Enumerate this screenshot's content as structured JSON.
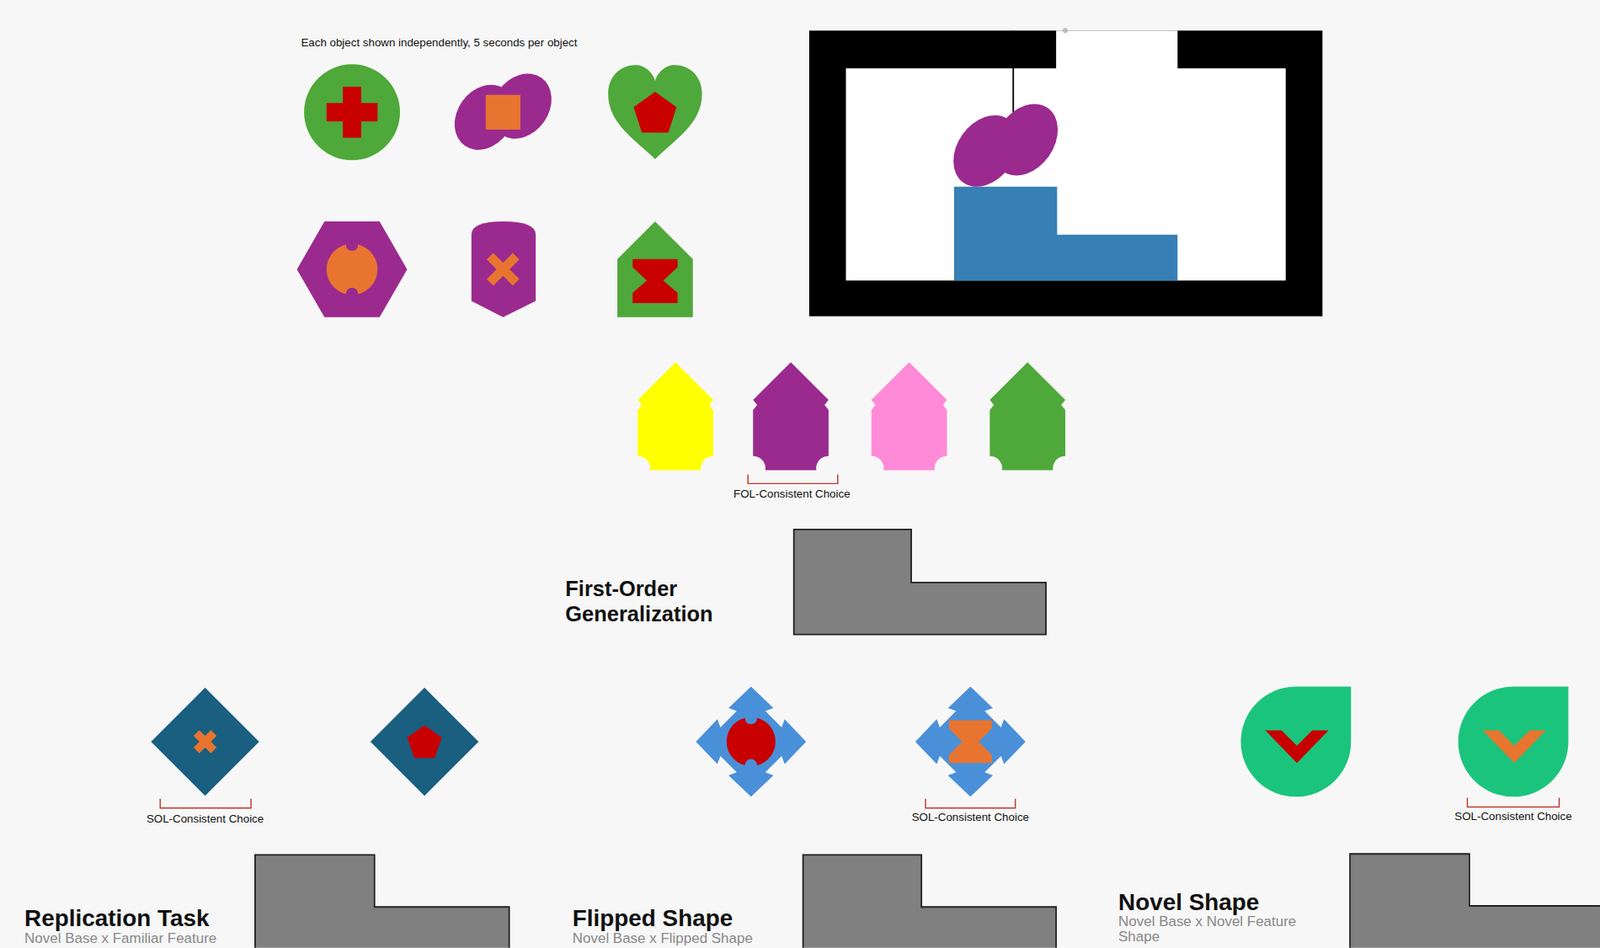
{
  "diagram": {
    "labels": [
      "Each object shown independently, 5 seconds per object",
      "FOL-Consistent Choice",
      "First-Order Generalization",
      "SOL-Consistent Choice",
      "SOL-Consistent Choice",
      "SOL-Consistent Choice",
      "Replication Task",
      "Novel Base x Familiar Feature",
      "Flipped Shape",
      "Novel Base x Flipped Shape",
      "Novel Shape",
      "Novel Base x Novel Feature Shape"
    ]
  }
}
